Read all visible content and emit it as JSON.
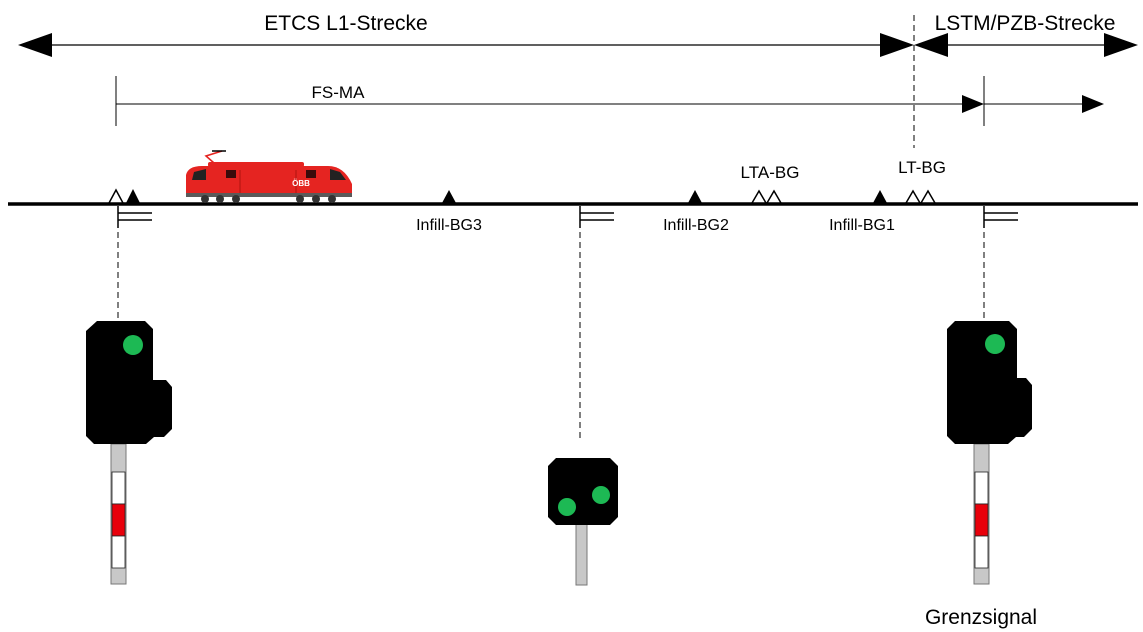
{
  "sections": {
    "etcs_l1": "ETCS L1-Strecke",
    "lstm_pzb": "LSTM/PZB-Strecke"
  },
  "movement_authority": "FS-MA",
  "balise_groups": {
    "infill_bg3": "Infill-BG3",
    "infill_bg2": "Infill-BG2",
    "infill_bg1": "Infill-BG1",
    "lta_bg": "LTA-BG",
    "lt_bg": "LT-BG"
  },
  "signals": {
    "boundary_signal_label": "Grenzsignal"
  },
  "locomotive": {
    "marking": "ÖBB"
  },
  "colors": {
    "signal_aspect_green": "#1db954",
    "locomotive_red": "#e52421",
    "mast_stripe_red": "#e8000b",
    "signal_body": "#000000",
    "mast_grey": "#c8c8c8"
  }
}
